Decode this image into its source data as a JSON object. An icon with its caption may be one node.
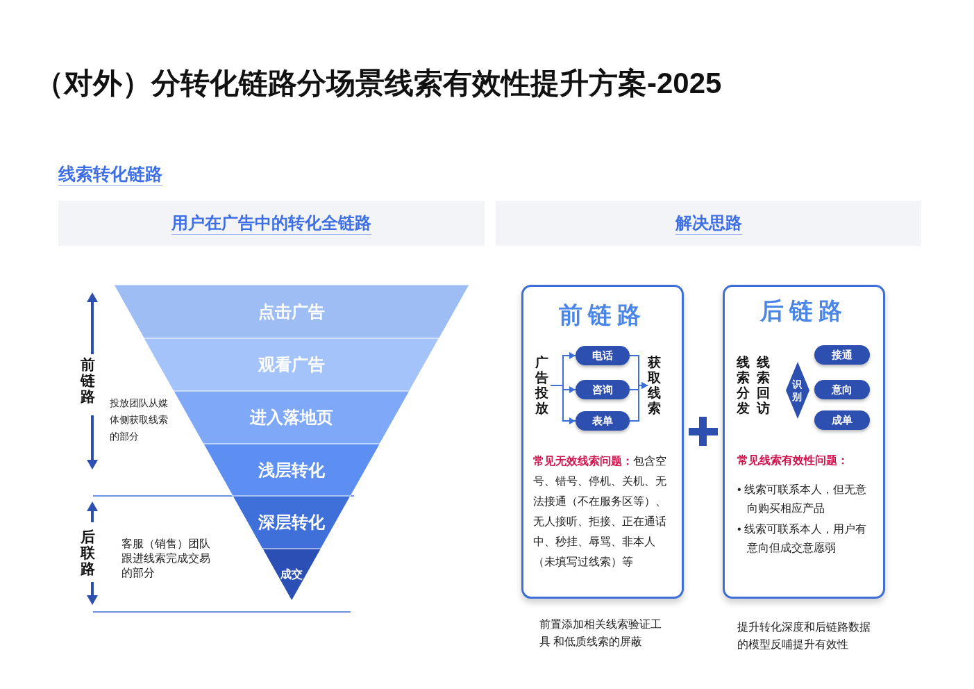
{
  "diagram": {
    "title": "（对外）分转化链路分场景线索有效性提升方案-2025",
    "nodes": [
      {
        "text": [
          "用户在广告中的转化全链路"
        ]
      },
      {
        "text": [
          "解决思路"
        ]
      },
      {
        "text": [
          "点击广告"
        ]
      },
      {
        "text": [
          "观看广告"
        ]
      },
      {
        "text": [
          "进入落地页"
        ]
      },
      {
        "text": [
          "浅层转化"
        ]
      },
      {
        "text": [
          "深层转化"
        ]
      },
      {
        "text": [
          "成交"
        ]
      },
      {
        "text": [
          "前链路",
          "**常见无效线索问题：**包含空号、错号、停机、关机、无法接通（不在服务区等）、无人接听、拒接、正在通话中、秒挂、辱骂、非本人（未填写过线索）等"
        ],
        "beside": [
          "前置添加相关线索验证工具 和低质线索的屏蔽"
        ]
      },
      {
        "text": [
          "广告投放"
        ],
        "in": 8
      },
      {
        "text": [
          "电话"
        ],
        "in": 8
      },
      {
        "text": [
          "咨询"
        ],
        "in": 8
      },
      {
        "text": [
          "表单"
        ],
        "in": 8
      },
      {
        "text": [
          "获取线索"
        ],
        "in": 8
      },
      {
        "text": [
          "后链路",
          "常见线索有效性问题：",
          "• 线索可联系本人，但无意向购买相应产品",
          "• 线索可联系本人，用户有意向但成交意愿弱"
        ],
        "beside": [
          "提升转化深度和后链路数据的模型反哺提升有效性"
        ]
      },
      {
        "text": [
          "线索分发"
        ],
        "in": 14
      },
      {
        "text": [
          "线索回访"
        ],
        "in": 14
      },
      {
        "text": [
          "识别"
        ],
        "in": 14
      },
      {
        "text": [
          "接通"
        ],
        "in": 14
      },
      {
        "text": [
          "意向"
        ],
        "in": 14
      },
      {
        "text": [
          "成单"
        ],
        "in": 14
      }
    ],
    "edges": [
      {
        "from": 9,
        "to": 10,
        "arrow": "to"
      },
      {
        "from": 9,
        "to": 11,
        "arrow": "to"
      },
      {
        "from": 9,
        "to": 12,
        "arrow": "to"
      },
      {
        "from": 10,
        "to": 13,
        "arrow": "to"
      },
      {
        "from": 11,
        "to": 13,
        "arrow": "to"
      },
      {
        "from": 12,
        "to": 13,
        "arrow": "to"
      }
    ],
    "labels": [
      "线索转化链路",
      "前链路",
      "投放团队从媒体侧获取线索的部分",
      "后联路",
      "客服（销售）团队跟进线索完成交易的部分"
    ]
  }
}
